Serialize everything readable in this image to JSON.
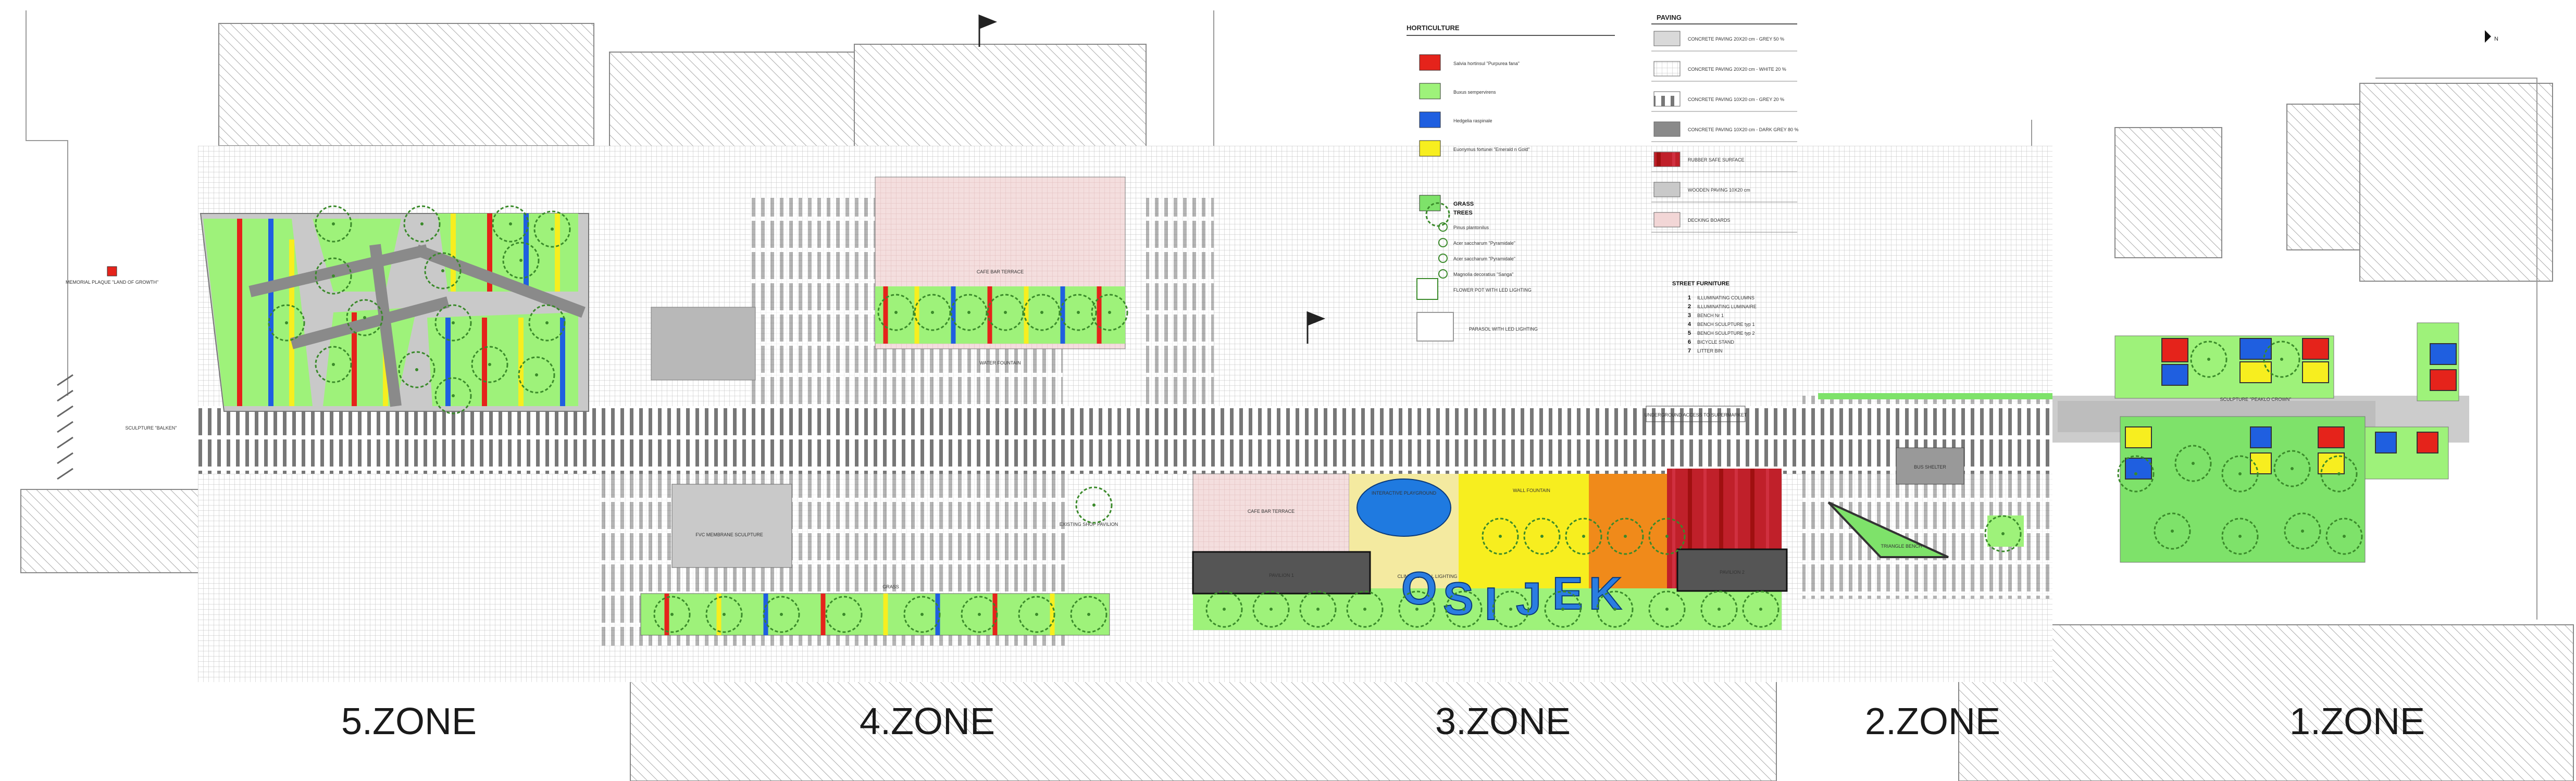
{
  "zones": [
    "5.ZONE",
    "4.ZONE",
    "3.ZONE",
    "2.ZONE",
    "1.ZONE"
  ],
  "north": "N",
  "horticulture": {
    "title": "HORTICULTURE",
    "items": [
      {
        "label": "Salvia hortinsul \"Purpurea fana\"",
        "color": "#e5231b"
      },
      {
        "label": "Buxus sempervirens",
        "color": "#9ef27a"
      },
      {
        "label": "Hedgelia raspinale",
        "color": "#1f5fe0"
      },
      {
        "label": "Euonymus fortunei \"Emerald n Gold\"",
        "color": "#f7ee1f"
      },
      {
        "label": "GRASS",
        "color": "#7ee26a"
      }
    ],
    "trees_title": "TREES",
    "trees": [
      "Pinus plantonilus",
      "Acer saccharum \"Pyramidale\"",
      "Acer saccharum \"Pyramidale\"",
      "Magnolia decoratius \"Sanga\""
    ],
    "flower_pot": "FLOWER POT WITH LED LIGHTING",
    "parasol": "PARASOL WITH LED LIGHTING"
  },
  "paving": {
    "title": "PAVING",
    "items": [
      {
        "label": "CONCRETE PAVING 20X20 cm - GREY 50 %",
        "fill": "#d9d9d9"
      },
      {
        "label": "CONCRETE PAVING 20X20 cm - WHITE 20 %",
        "fill": "#ffffff"
      },
      {
        "label": "CONCRETE PAVING 10X20 cm - GREY 20 %",
        "fill": "#eeeeee"
      },
      {
        "label": "CONCRETE PAVING 10X20 cm - DARK GREY 80 %",
        "fill": "#8a8a8a"
      },
      {
        "label": "RUBBER SAFE SURFACE",
        "fill": "#f0a020"
      },
      {
        "label": "WOODEN PAVING 10X20 cm",
        "fill": "#c9c9c9"
      },
      {
        "label": "DECKING BOARDS",
        "fill": "#f2d6d6"
      }
    ]
  },
  "street_furniture": {
    "title": "STREET FURNITURE",
    "items": [
      {
        "num": "1",
        "label": "ILLUMINATING COLUMNS"
      },
      {
        "num": "2",
        "label": "ILLUMINATING LUMINAIRE"
      },
      {
        "num": "3",
        "label": "BENCH Nr 1"
      },
      {
        "num": "4",
        "label": "BENCH SCULPTURE typ 1"
      },
      {
        "num": "5",
        "label": "BENCH SCULPTURE typ 2"
      },
      {
        "num": "6",
        "label": "BICYCLE STAND"
      },
      {
        "num": "7",
        "label": "LITTER BIN"
      }
    ]
  },
  "labels": {
    "memorial": "MEMORIAL PLAQUE \"LAND OF GROWTH\"",
    "sculpture_zone5": "SCULPTURE \"BALKEN\"",
    "cafe_terrace": "CAFE BAR TERRACE",
    "water_fountain": "WATER FOUNTAIN",
    "fvc_sculpture": "FVC MEMBRANE SCULPTURE",
    "existing_pavilion": "EXISTING SHOP PAVILION",
    "grass_note": "GRASS",
    "interactive_playground": "INTERACTIVE PLAYGROUND",
    "cafe_terrace_3": "CAFE BAR TERRACE",
    "wall_fountain": "WALL FOUNTAIN",
    "pavilion_1": "PAVILION 1",
    "pavilion_2": "PAVILION 2",
    "climbing_lighting": "CLIMBING WALL LIGHTING",
    "underground_access": "UNDERGROUND ACCESS TO SUPERMARKET",
    "bus_shelter": "BUS SHELTER",
    "triangle_bench": "TRIANGLE BENCH",
    "sculpture_zone1": "SCULPTURE \"PEAKLO CROWN\"",
    "osijek": [
      "O",
      "S",
      "I",
      "J",
      "E",
      "K"
    ]
  },
  "colors": {
    "red": "#e5231b",
    "green": "#9ef27a",
    "blue": "#1f5fe0",
    "yellow": "#f7ee1f",
    "grass": "#7ee26a",
    "paving_grey": "#c8c8c8",
    "tree_outline": "#3a8a2a"
  }
}
